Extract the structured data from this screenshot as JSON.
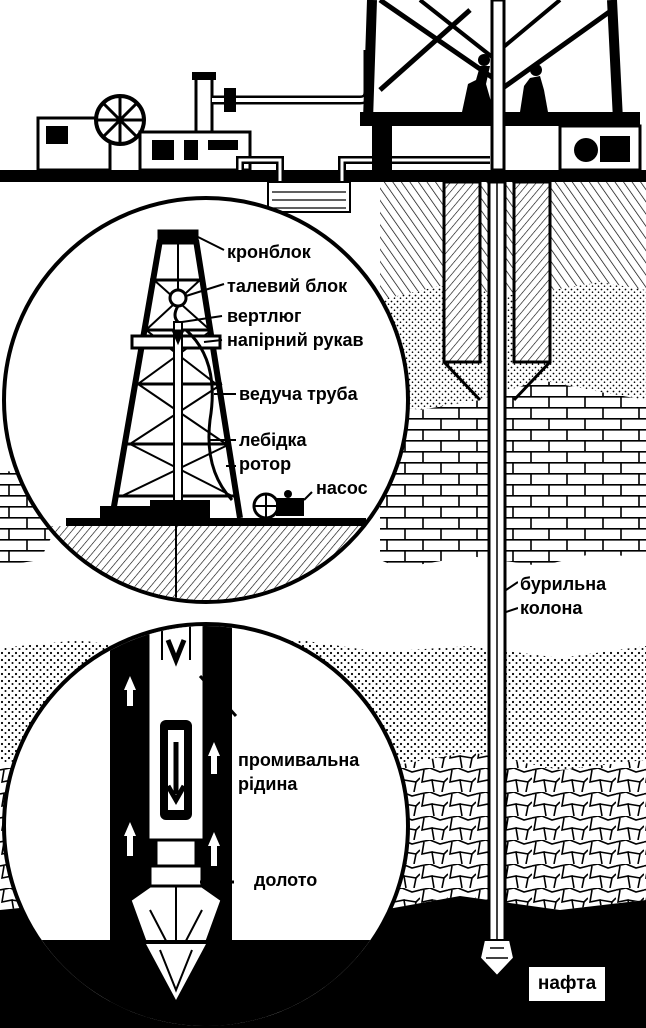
{
  "labels": {
    "crown_block": "кронблок",
    "travel_block": "талевий блок",
    "swivel": "вертлюг",
    "hose": "напірний рукав",
    "kelly": "ведуча труба",
    "winch": "лебідка",
    "rotor": "ротор",
    "pump": "насос",
    "drill_string_line1": "бурильна",
    "drill_string_line2": "колона",
    "fluid_line1": "промивальна",
    "fluid_line2": "рідина",
    "bit": "долото",
    "oil": "нафта"
  },
  "colors": {
    "ink": "#000000",
    "paper": "#ffffff",
    "stone": "#d9d9d9",
    "sand": "#bdbdbd"
  }
}
